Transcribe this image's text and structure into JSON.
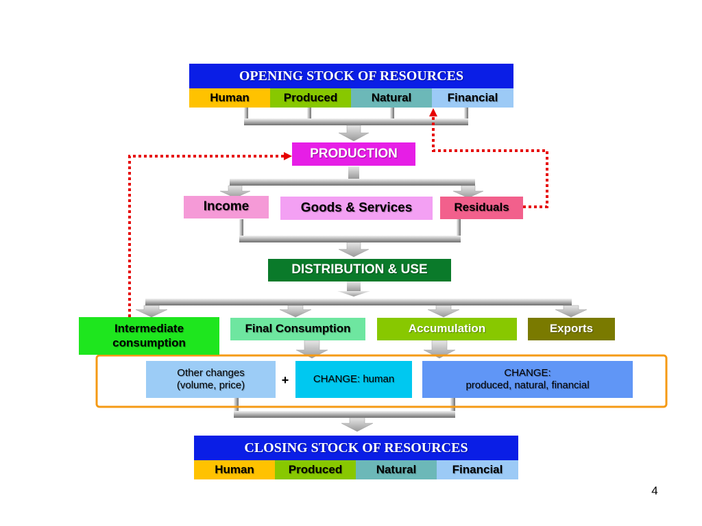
{
  "opening": {
    "title": "OPENING STOCK OF RESOURCES",
    "cells": [
      "Human",
      "Produced",
      "Natural",
      "Financial"
    ]
  },
  "production": "PRODUCTION",
  "outputs": {
    "income": "Income",
    "goods": "Goods & Services",
    "residuals": "Residuals"
  },
  "distribution": "DISTRIBUTION & USE",
  "uses": {
    "intermediate_line1": "Intermediate",
    "intermediate_line2": "consumption",
    "final": "Final Consumption",
    "accumulation": "Accumulation",
    "exports": "Exports"
  },
  "changes": {
    "other_line1": "Other changes",
    "other_line2": "(volume, price)",
    "plus": "+",
    "human": "CHANGE: human",
    "pnf_line1": "CHANGE:",
    "pnf_line2": "produced, natural,  financial"
  },
  "closing": {
    "title": "CLOSING STOCK OF RESOURCES",
    "cells": [
      "Human",
      "Produced",
      "Natural",
      "Financial"
    ]
  },
  "page_number": "4",
  "colors": {
    "stock_title": "#0a1ee6",
    "human": "#ffc200",
    "produced": "#88c800",
    "natural": "#6cb8b8",
    "financial": "#9ccaf6",
    "production": "#e61ee6",
    "income": "#f59ad7",
    "goods": "#f3a0f3",
    "residuals": "#f2608c",
    "distribution": "#0a7a2a",
    "intermediate": "#1ee61e",
    "final": "#6ee6a0",
    "accumulation": "#88c800",
    "exports": "#7a7a00",
    "other_changes": "#9cccf6",
    "change_human": "#00c8f0",
    "change_pnf": "#6096f6",
    "feedback_arrow": "#e60000",
    "change_frame": "#f59a14"
  }
}
